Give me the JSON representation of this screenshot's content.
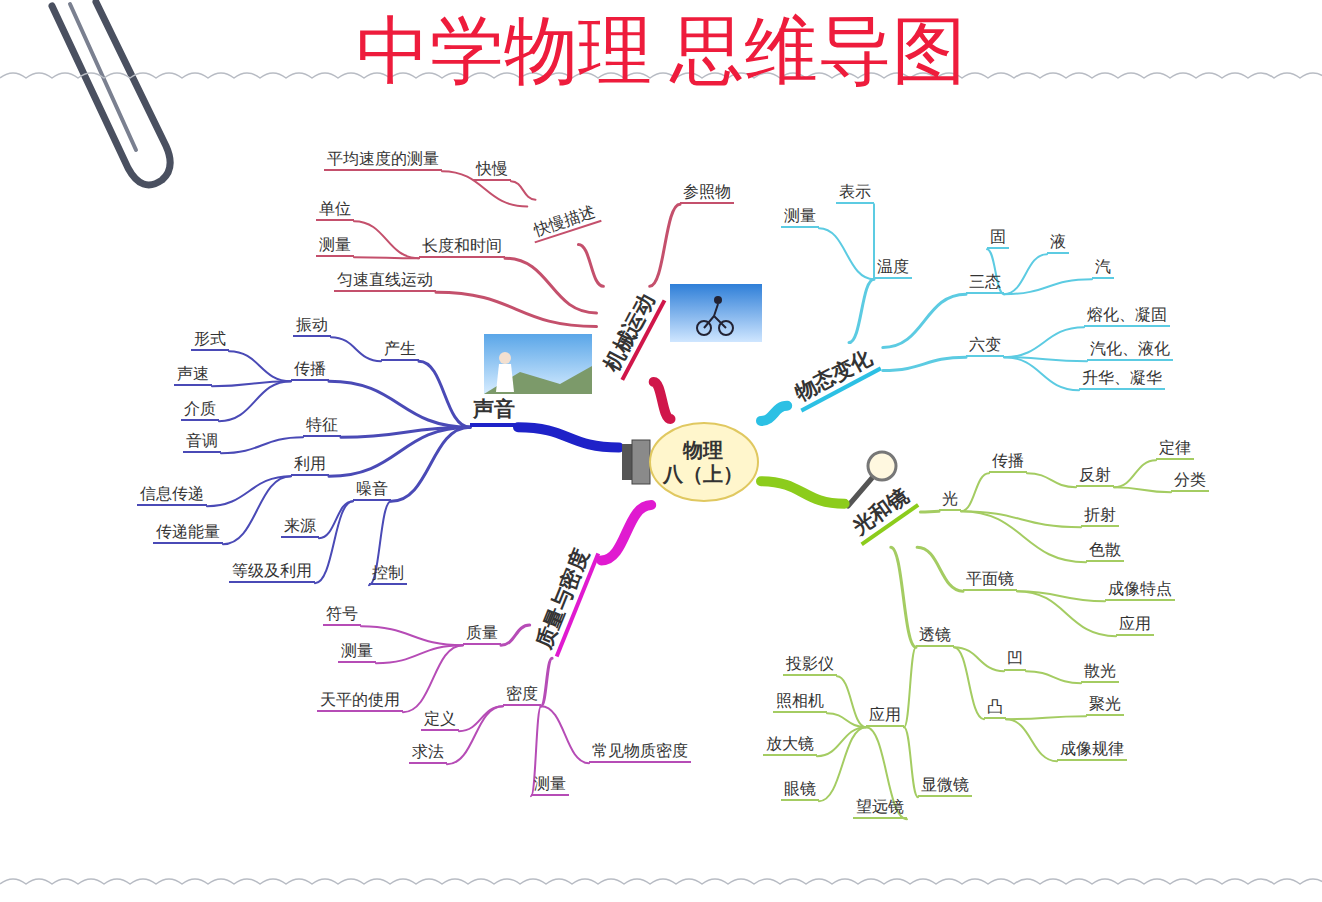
{
  "diagram": {
    "title": "中学物理 思维导图",
    "nodes": [
      {
        "text": [
          "物理",
          "八（上）"
        ]
      },
      {
        "text": [
          "机械运动"
        ]
      },
      {
        "text": [
          "快慢描述"
        ]
      },
      {
        "text": [
          "快慢"
        ]
      },
      {
        "text": [
          "平均速度的测量"
        ]
      },
      {
        "text": [
          "参照物"
        ]
      },
      {
        "text": [
          "长度和时间"
        ]
      },
      {
        "text": [
          "单位"
        ]
      },
      {
        "text": [
          "测量"
        ]
      },
      {
        "text": [
          "匀速直线运动"
        ]
      },
      {
        "text": [
          "声音"
        ]
      },
      {
        "text": [
          "产生"
        ]
      },
      {
        "text": [
          "振动"
        ]
      },
      {
        "text": [
          "传播"
        ]
      },
      {
        "text": [
          "形式"
        ]
      },
      {
        "text": [
          "声速"
        ]
      },
      {
        "text": [
          "介质"
        ]
      },
      {
        "text": [
          "特征"
        ]
      },
      {
        "text": [
          "音调"
        ]
      },
      {
        "text": [
          "利用"
        ]
      },
      {
        "text": [
          "信息传递"
        ]
      },
      {
        "text": [
          "传递能量"
        ]
      },
      {
        "text": [
          "噪音"
        ]
      },
      {
        "text": [
          "来源"
        ]
      },
      {
        "text": [
          "等级及利用"
        ]
      },
      {
        "text": [
          "控制"
        ]
      },
      {
        "text": [
          "质量与密度"
        ]
      },
      {
        "text": [
          "质量"
        ]
      },
      {
        "text": [
          "符号"
        ]
      },
      {
        "text": [
          "测量"
        ]
      },
      {
        "text": [
          "天平的使用"
        ]
      },
      {
        "text": [
          "密度"
        ]
      },
      {
        "text": [
          "定义"
        ]
      },
      {
        "text": [
          "求法"
        ]
      },
      {
        "text": [
          "常见物质密度"
        ]
      },
      {
        "text": [
          "测量"
        ]
      },
      {
        "text": [
          "物态变化"
        ]
      },
      {
        "text": [
          "温度"
        ]
      },
      {
        "text": [
          "测量"
        ]
      },
      {
        "text": [
          "表示"
        ]
      },
      {
        "text": [
          "三态"
        ]
      },
      {
        "text": [
          "固"
        ]
      },
      {
        "text": [
          "液"
        ]
      },
      {
        "text": [
          "汽"
        ]
      },
      {
        "text": [
          "六变"
        ]
      },
      {
        "text": [
          "熔化、凝固"
        ]
      },
      {
        "text": [
          "汽化、液化"
        ]
      },
      {
        "text": [
          "升华、凝华"
        ]
      },
      {
        "text": [
          "光和镜"
        ]
      },
      {
        "text": [
          "光"
        ]
      },
      {
        "text": [
          "传播"
        ]
      },
      {
        "text": [
          "反射"
        ]
      },
      {
        "text": [
          "定律"
        ]
      },
      {
        "text": [
          "分类"
        ]
      },
      {
        "text": [
          "折射"
        ]
      },
      {
        "text": [
          "色散"
        ]
      },
      {
        "text": [
          "平面镜"
        ]
      },
      {
        "text": [
          "成像特点"
        ]
      },
      {
        "text": [
          "应用"
        ]
      },
      {
        "text": [
          "透镜"
        ]
      },
      {
        "text": [
          "凹"
        ]
      },
      {
        "text": [
          "散光"
        ]
      },
      {
        "text": [
          "凸"
        ]
      },
      {
        "text": [
          "聚光"
        ]
      },
      {
        "text": [
          "成像规律"
        ]
      },
      {
        "text": [
          "应用"
        ]
      },
      {
        "text": [
          "投影仪"
        ]
      },
      {
        "text": [
          "照相机"
        ]
      },
      {
        "text": [
          "放大镜"
        ]
      },
      {
        "text": [
          "眼镜"
        ]
      },
      {
        "text": [
          "显微镜"
        ]
      },
      {
        "text": [
          "望远镜"
        ]
      }
    ],
    "edges": [
      {
        "from": 0,
        "to": 1,
        "arrow": "none"
      },
      {
        "from": 1,
        "to": 2,
        "arrow": "none"
      },
      {
        "from": 2,
        "to": 3,
        "arrow": "none"
      },
      {
        "from": 2,
        "to": 4,
        "arrow": "none"
      },
      {
        "from": 1,
        "to": 5,
        "arrow": "none"
      },
      {
        "from": 1,
        "to": 6,
        "arrow": "none"
      },
      {
        "from": 6,
        "to": 7,
        "arrow": "none"
      },
      {
        "from": 6,
        "to": 8,
        "arrow": "none"
      },
      {
        "from": 1,
        "to": 9,
        "arrow": "none"
      },
      {
        "from": 0,
        "to": 10,
        "arrow": "none"
      },
      {
        "from": 10,
        "to": 11,
        "arrow": "none"
      },
      {
        "from": 11,
        "to": 12,
        "arrow": "none"
      },
      {
        "from": 10,
        "to": 13,
        "arrow": "none"
      },
      {
        "from": 13,
        "to": 14,
        "arrow": "none"
      },
      {
        "from": 13,
        "to": 15,
        "arrow": "none"
      },
      {
        "from": 13,
        "to": 16,
        "arrow": "none"
      },
      {
        "from": 10,
        "to": 17,
        "arrow": "none"
      },
      {
        "from": 17,
        "to": 18,
        "arrow": "none"
      },
      {
        "from": 10,
        "to": 19,
        "arrow": "none"
      },
      {
        "from": 19,
        "to": 20,
        "arrow": "none"
      },
      {
        "from": 19,
        "to": 21,
        "arrow": "none"
      },
      {
        "from": 10,
        "to": 22,
        "arrow": "none"
      },
      {
        "from": 22,
        "to": 23,
        "arrow": "none"
      },
      {
        "from": 22,
        "to": 24,
        "arrow": "none"
      },
      {
        "from": 22,
        "to": 25,
        "arrow": "none"
      },
      {
        "from": 0,
        "to": 26,
        "arrow": "none"
      },
      {
        "from": 26,
        "to": 27,
        "arrow": "none"
      },
      {
        "from": 27,
        "to": 28,
        "arrow": "none"
      },
      {
        "from": 27,
        "to": 29,
        "arrow": "none"
      },
      {
        "from": 27,
        "to": 30,
        "arrow": "none"
      },
      {
        "from": 26,
        "to": 31,
        "arrow": "none"
      },
      {
        "from": 31,
        "to": 32,
        "arrow": "none"
      },
      {
        "from": 31,
        "to": 33,
        "arrow": "none"
      },
      {
        "from": 31,
        "to": 34,
        "arrow": "none"
      },
      {
        "from": 31,
        "to": 35,
        "arrow": "none"
      },
      {
        "from": 0,
        "to": 36,
        "arrow": "none"
      },
      {
        "from": 36,
        "to": 37,
        "arrow": "none"
      },
      {
        "from": 37,
        "to": 38,
        "arrow": "none"
      },
      {
        "from": 37,
        "to": 39,
        "arrow": "none"
      },
      {
        "from": 36,
        "to": 40,
        "arrow": "none"
      },
      {
        "from": 40,
        "to": 41,
        "arrow": "none"
      },
      {
        "from": 40,
        "to": 42,
        "arrow": "none"
      },
      {
        "from": 40,
        "to": 43,
        "arrow": "none"
      },
      {
        "from": 36,
        "to": 44,
        "arrow": "none"
      },
      {
        "from": 44,
        "to": 45,
        "arrow": "none"
      },
      {
        "from": 44,
        "to": 46,
        "arrow": "none"
      },
      {
        "from": 44,
        "to": 47,
        "arrow": "none"
      },
      {
        "from": 0,
        "to": 48,
        "arrow": "none"
      },
      {
        "from": 48,
        "to": 49,
        "arrow": "none"
      },
      {
        "from": 49,
        "to": 50,
        "arrow": "none"
      },
      {
        "from": 50,
        "to": 51,
        "arrow": "none"
      },
      {
        "from": 51,
        "to": 52,
        "arrow": "none"
      },
      {
        "from": 51,
        "to": 53,
        "arrow": "none"
      },
      {
        "from": 49,
        "to": 54,
        "arrow": "none"
      },
      {
        "from": 49,
        "to": 55,
        "arrow": "none"
      },
      {
        "from": 48,
        "to": 56,
        "arrow": "none"
      },
      {
        "from": 56,
        "to": 57,
        "arrow": "none"
      },
      {
        "from": 56,
        "to": 58,
        "arrow": "none"
      },
      {
        "from": 48,
        "to": 59,
        "arrow": "none"
      },
      {
        "from": 59,
        "to": 60,
        "arrow": "none"
      },
      {
        "from": 60,
        "to": 61,
        "arrow": "none"
      },
      {
        "from": 59,
        "to": 62,
        "arrow": "none"
      },
      {
        "from": 62,
        "to": 63,
        "arrow": "none"
      },
      {
        "from": 62,
        "to": 64,
        "arrow": "none"
      },
      {
        "from": 59,
        "to": 65,
        "arrow": "none"
      },
      {
        "from": 65,
        "to": 66,
        "arrow": "none"
      },
      {
        "from": 65,
        "to": 67,
        "arrow": "none"
      },
      {
        "from": 65,
        "to": 68,
        "arrow": "none"
      },
      {
        "from": 65,
        "to": 69,
        "arrow": "none"
      },
      {
        "from": 65,
        "to": 70,
        "arrow": "none"
      },
      {
        "from": 65,
        "to": 71,
        "arrow": "none"
      }
    ]
  }
}
